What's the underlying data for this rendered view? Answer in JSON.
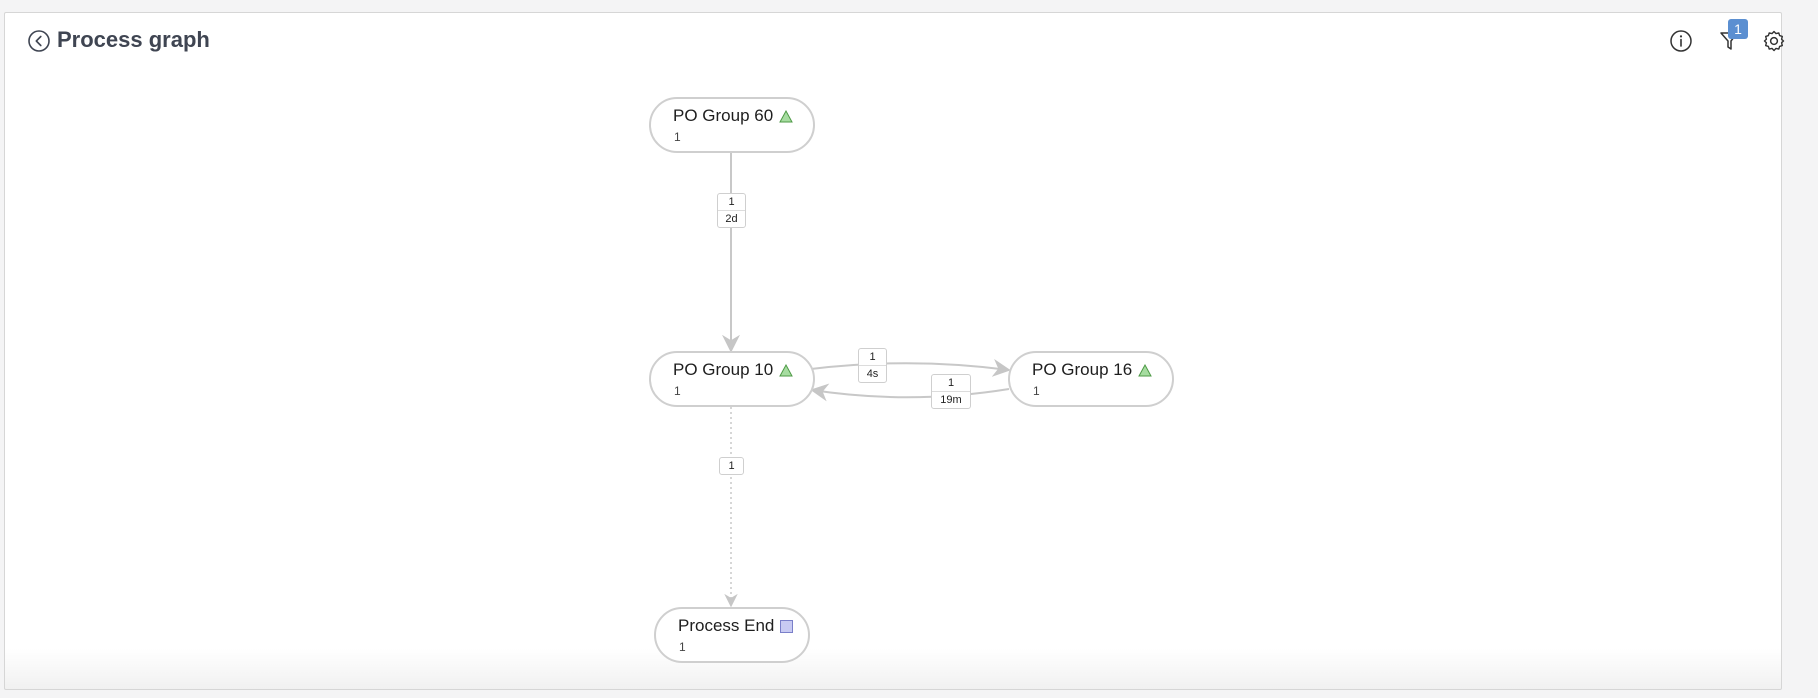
{
  "header": {
    "title": "Process graph",
    "filter_badge": "1"
  },
  "colors": {
    "accent": "#5b8fd1",
    "start_marker": "#8fd18a",
    "end_marker": "#c8caf2",
    "edge": "#c8c8c8"
  },
  "graph": {
    "nodes": [
      {
        "id": "n60",
        "name": "PO Group 60",
        "count": "1",
        "marker": "triangle-icon"
      },
      {
        "id": "n10",
        "name": "PO Group 10",
        "count": "1",
        "marker": "triangle-icon"
      },
      {
        "id": "n16",
        "name": "PO Group 16",
        "count": "1",
        "marker": "triangle-icon"
      },
      {
        "id": "end",
        "name": "Process End",
        "count": "1",
        "marker": "square-icon"
      }
    ],
    "edges": [
      {
        "from": "PO Group 60",
        "to": "PO Group 10",
        "count": "1",
        "duration": "2d"
      },
      {
        "from": "PO Group 10",
        "to": "PO Group 16",
        "count": "1",
        "duration": "4s"
      },
      {
        "from": "PO Group 16",
        "to": "PO Group 10",
        "count": "1",
        "duration": "19m"
      },
      {
        "from": "PO Group 10",
        "to": "Process End",
        "count": "1",
        "duration": ""
      }
    ]
  }
}
